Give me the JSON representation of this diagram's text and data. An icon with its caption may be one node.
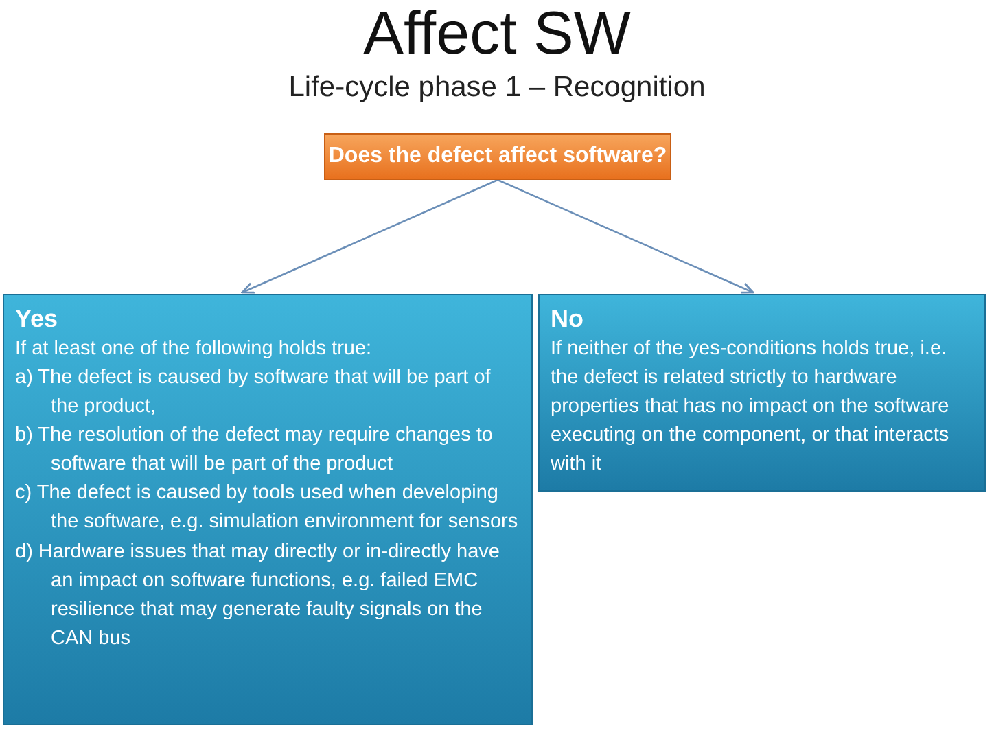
{
  "diagram": {
    "title": "Affect SW",
    "nodes": [
      {
        "text": [
          "Does the defect affect software?"
        ]
      },
      {
        "text": [
          "Yes",
          "If at least one of the following holds true:",
          "a) The defect is caused by software that will be part of the product,",
          "b) The resolution of the defect may require changes to software that will be part of the product",
          "c) The defect is caused by tools used when developing the software, e.g. simulation environment for sensors",
          "d) Hardware issues that may directly or in-directly have an impact on software functions, e.g. failed EMC resilience that may generate faulty signals on the CAN bus"
        ]
      },
      {
        "text": [
          "No",
          "If neither of the yes-conditions holds true, i.e. the defect is related strictly to hardware properties that has no impact on the software executing on the component, or that interacts with it"
        ]
      }
    ],
    "edges": [
      {
        "from": 0,
        "to": 1,
        "arrow": "to"
      },
      {
        "from": 0,
        "to": 2,
        "arrow": "to"
      }
    ],
    "labels": [
      "Life-cycle phase 1 – Recognition"
    ]
  }
}
